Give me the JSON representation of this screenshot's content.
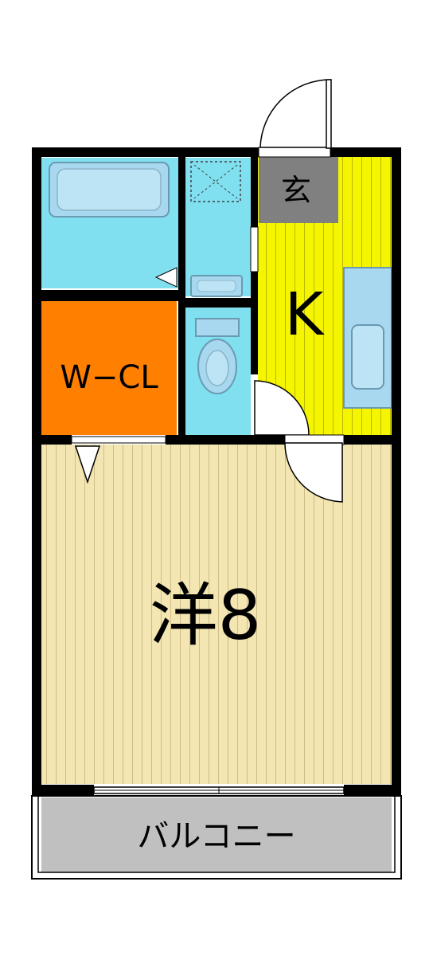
{
  "rooms": {
    "entrance": {
      "label": "玄",
      "color": "#808080"
    },
    "kitchen": {
      "label": "K",
      "color": "#f5f500"
    },
    "walk_in_closet": {
      "label": "W−CL",
      "color": "#ff7f00"
    },
    "western_room": {
      "label": "洋8",
      "color": "#f3e6b2"
    },
    "balcony": {
      "label": "バルコニー",
      "color": "#c0c0c0"
    },
    "wet_area": {
      "color": "#80e0f0"
    }
  },
  "colors": {
    "wall": "#000000",
    "fixture": "#a8d8f0",
    "stripe_kitchen": "#c8c800",
    "stripe_western": "#d6c48e"
  }
}
